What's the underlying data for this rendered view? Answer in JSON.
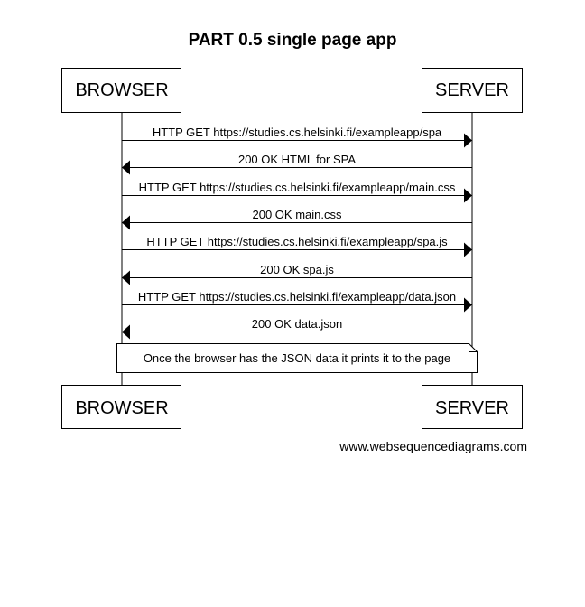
{
  "title": "PART 0.5 single page app",
  "actors": {
    "browser": "BROWSER",
    "server": "SERVER"
  },
  "messages": [
    {
      "from": "browser",
      "to": "server",
      "label": "HTTP GET https://studies.cs.helsinki.fi/exampleapp/spa"
    },
    {
      "from": "server",
      "to": "browser",
      "label": "200 OK HTML for SPA"
    },
    {
      "from": "browser",
      "to": "server",
      "label": "HTTP GET https://studies.cs.helsinki.fi/exampleapp/main.css"
    },
    {
      "from": "server",
      "to": "browser",
      "label": "200 OK main.css"
    },
    {
      "from": "browser",
      "to": "server",
      "label": "HTTP GET https://studies.cs.helsinki.fi/exampleapp/spa.js"
    },
    {
      "from": "server",
      "to": "browser",
      "label": "200 OK spa.js"
    },
    {
      "from": "browser",
      "to": "server",
      "label": "HTTP GET https://studies.cs.helsinki.fi/exampleapp/data.json"
    },
    {
      "from": "server",
      "to": "browser",
      "label": "200 OK data.json"
    }
  ],
  "note": "Once the browser has the JSON data it prints it to the page",
  "footer": "www.websequencediagrams.com"
}
